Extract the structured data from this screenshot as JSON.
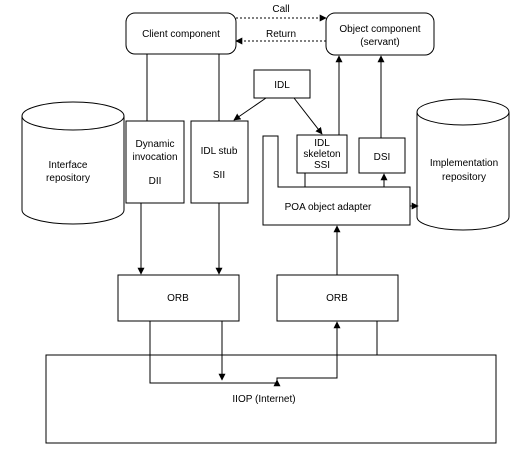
{
  "labels": {
    "call": "Call",
    "return": "Return",
    "client_component": "Client component",
    "object_component_line1": "Object component",
    "object_component_line2": "(servant)",
    "idl": "IDL",
    "interface_repository_line1": "Interface",
    "interface_repository_line2": "repository",
    "dynamic_invocation_line1": "Dynamic",
    "dynamic_invocation_line2": "invocation",
    "dii": "DII",
    "idl_stub": "IDL stub",
    "sii": "SII",
    "idl_skeleton_line1": "IDL",
    "idl_skeleton_line2": "skeleton",
    "ssi": "SSI",
    "dsi": "DSI",
    "implementation_repository_line1": "Implementation",
    "implementation_repository_line2": "repository",
    "poa_object_adapter": "POA object adapter",
    "orb_client": "ORB",
    "orb_server": "ORB",
    "iiop": "IIOP (Internet)"
  }
}
